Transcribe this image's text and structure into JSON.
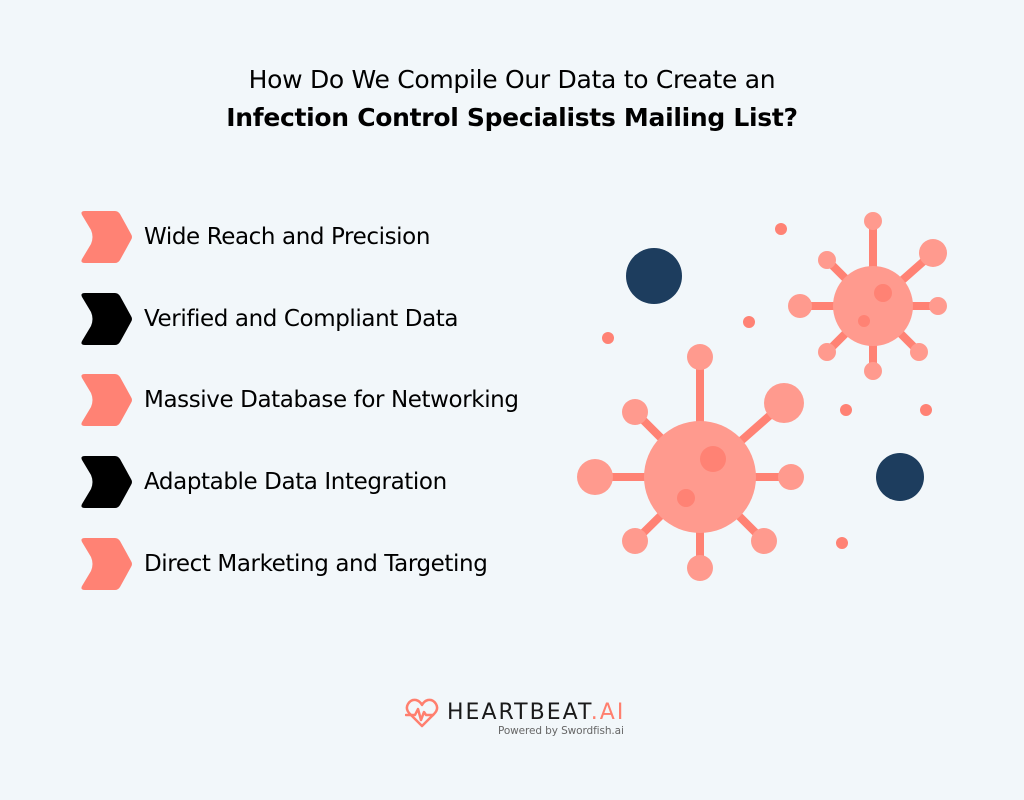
{
  "header": {
    "title_line1": "How Do We Compile Our Data to Create an",
    "title_line2": "Infection Control Specialists Mailing List?"
  },
  "list": {
    "items": [
      {
        "label": "Wide Reach and Precision",
        "icon": "chevron-arrow-icon",
        "color": "#ff8274"
      },
      {
        "label": "Verified and Compliant Data",
        "icon": "chevron-arrow-icon",
        "color": "#000000"
      },
      {
        "label": "Massive Database for Networking",
        "icon": "chevron-arrow-icon",
        "color": "#ff8274"
      },
      {
        "label": "Adaptable Data Integration",
        "icon": "chevron-arrow-icon",
        "color": "#000000"
      },
      {
        "label": "Direct Marketing and Targeting",
        "icon": "chevron-arrow-icon",
        "color": "#ff8274"
      }
    ]
  },
  "illustration": {
    "icon": "virus-icon",
    "colors": {
      "virus_body": "#ff9a8e",
      "virus_spikes": "#ff8274",
      "dark_dots": "#1d3d5e"
    }
  },
  "footer": {
    "brand_main": "HEARTBEAT",
    "brand_suffix": ".AI",
    "tagline": "Powered by Swordfish.ai",
    "logo_icon": "heart-pulse-icon",
    "accent": "#ff7f6e"
  },
  "colors": {
    "background": "#f2f7fa",
    "text": "#000000",
    "accent": "#ff8274"
  }
}
